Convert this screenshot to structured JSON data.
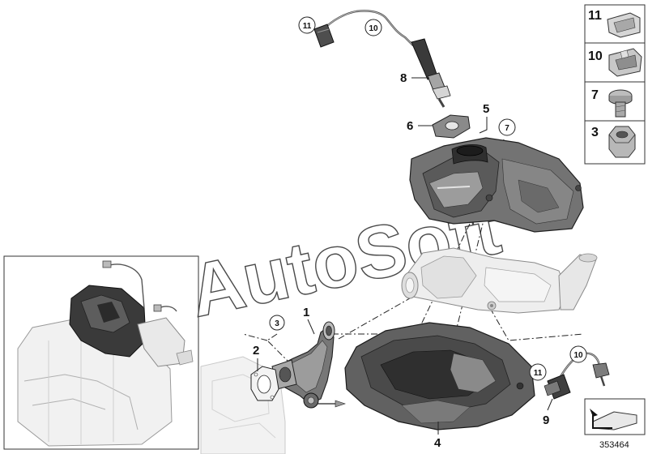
{
  "watermark": "AutoSoft",
  "drawing_number": "353464",
  "callouts": {
    "c1": "1",
    "c2": "2",
    "c3": "3",
    "c4": "4",
    "c5": "5",
    "c6": "6",
    "c7": "7",
    "c8": "8",
    "c9": "9",
    "c10a": "10",
    "c10b": "10",
    "c11a": "11",
    "c11b": "11"
  },
  "legend": [
    {
      "number": "11",
      "icon": "clip-icon"
    },
    {
      "number": "10",
      "icon": "bracket-clip-icon"
    },
    {
      "number": "7",
      "icon": "bolt-icon"
    },
    {
      "number": "3",
      "icon": "hex-nut-icon"
    }
  ],
  "colors": {
    "line": "#222222",
    "heat_shield": "#6e6e6e",
    "heat_shield_dark": "#3f3f3f",
    "converter": "#ececec",
    "engine_ghost": "#e6e6e6"
  }
}
